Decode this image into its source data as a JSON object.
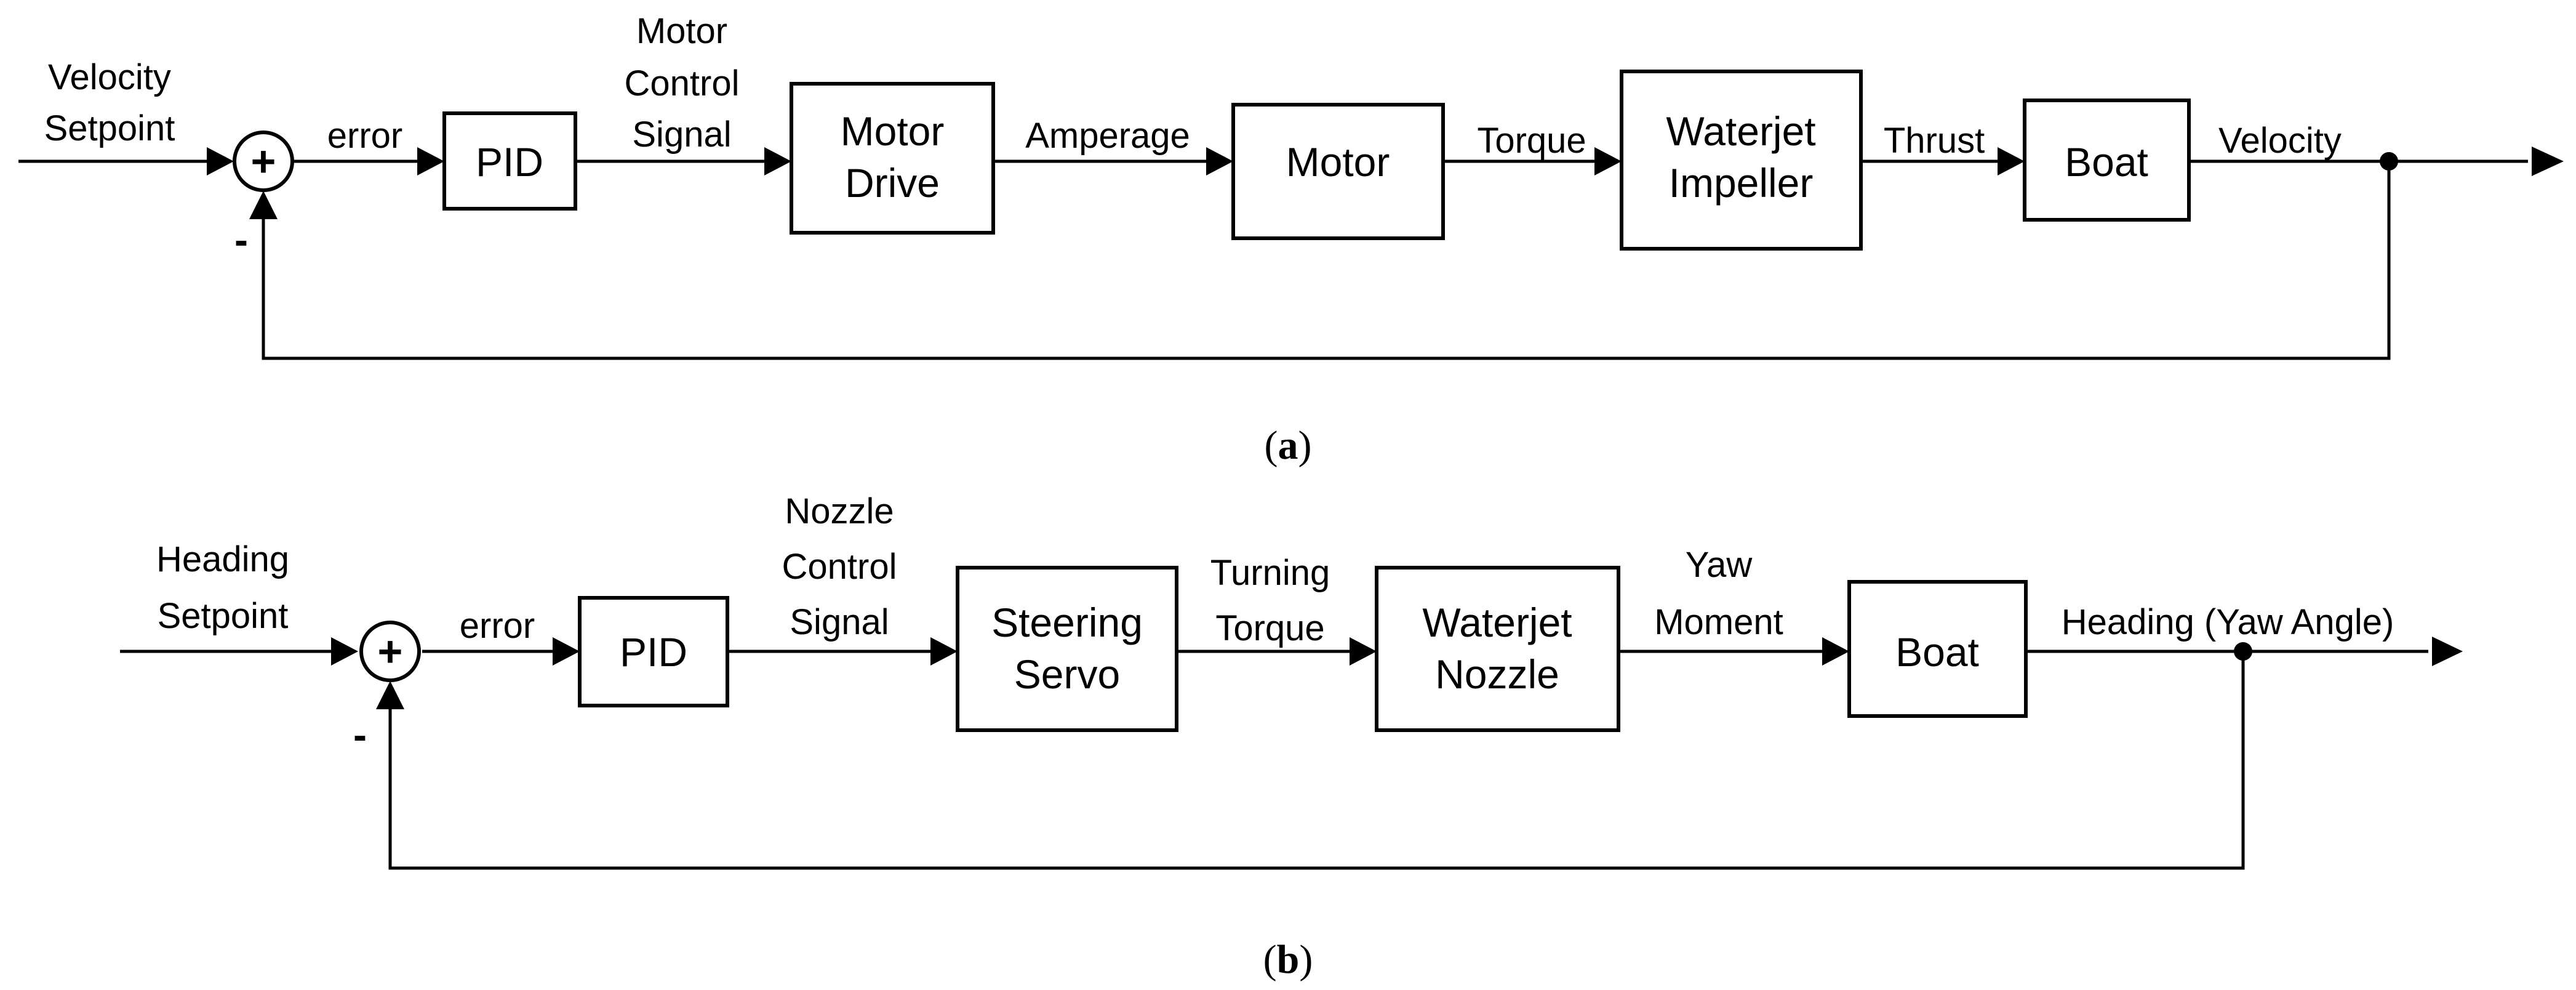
{
  "diagram_a": {
    "caption_letter": "a",
    "inputs": {
      "setpoint_line1": "Velocity",
      "setpoint_line2": "Setpoint"
    },
    "sum": {
      "plus": "+",
      "minus": "-"
    },
    "signals": {
      "error": "error",
      "control_line1": "Motor",
      "control_line2": "Control",
      "control_line3": "Signal",
      "amperage": "Amperage",
      "torque": "Torque",
      "thrust": "Thrust",
      "output": "Velocity"
    },
    "blocks": {
      "pid": "PID",
      "drive_line1": "Motor",
      "drive_line2": "Drive",
      "motor": "Motor",
      "impeller_line1": "Waterjet",
      "impeller_line2": "Impeller",
      "boat": "Boat"
    }
  },
  "diagram_b": {
    "caption_letter": "b",
    "inputs": {
      "setpoint_line1": "Heading",
      "setpoint_line2": "Setpoint"
    },
    "sum": {
      "plus": "+",
      "minus": "-"
    },
    "signals": {
      "error": "error",
      "control_line1": "Nozzle",
      "control_line2": "Control",
      "control_line3": "Signal",
      "torque_line1": "Turning",
      "torque_line2": "Torque",
      "moment_line1": "Yaw",
      "moment_line2": "Moment",
      "output": "Heading (Yaw Angle)"
    },
    "blocks": {
      "pid": "PID",
      "servo_line1": "Steering",
      "servo_line2": "Servo",
      "nozzle_line1": "Waterjet",
      "nozzle_line2": "Nozzle",
      "boat": "Boat"
    }
  }
}
